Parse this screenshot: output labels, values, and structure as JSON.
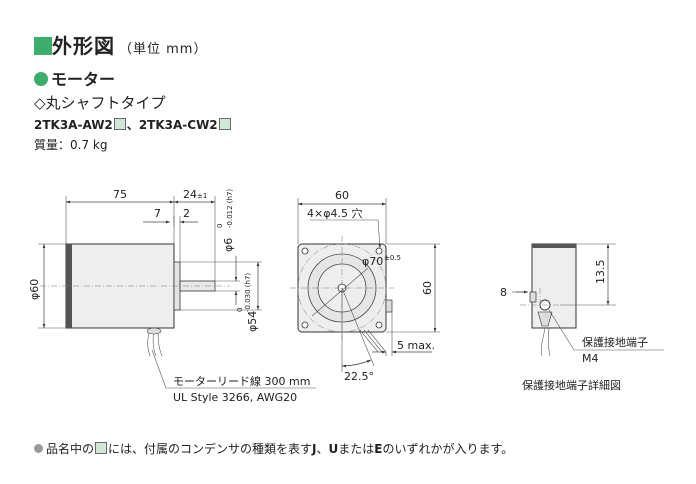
{
  "title": {
    "main": "外形図",
    "unit": "（単位 mm）"
  },
  "motor": {
    "heading": "モーター",
    "shaft_type": "◇丸シャフトタイプ"
  },
  "models": {
    "first": "2TK3A-AW2",
    "separator": "、",
    "second": "2TK3A-CW2"
  },
  "mass": "質量：0.7 kg",
  "side_view": {
    "dim_length": "75",
    "dim_shaft": "24",
    "dim_shaft_tol": "±1",
    "dim_key_7": "7",
    "dim_key_2": "2",
    "dim_phi6": "φ6",
    "phi6_tol_upper": "0",
    "phi6_tol_lower": "-0.012 (h7)",
    "dim_phi54": "φ54",
    "phi54_tol_upper": "0",
    "phi54_tol_lower": "-0.030 (h7)",
    "dim_phi60": "φ60",
    "lead_label_1": "モーターリード線 300 mm",
    "lead_label_2": "UL Style 3266, AWG20"
  },
  "front_view": {
    "dim_width": "60",
    "holes": "4×φ4.5 穴",
    "pcd": "φ70",
    "pcd_tol": "±0.5",
    "dim_height": "60",
    "dim_5max": "5 max.",
    "angle": "22.5°"
  },
  "detail_view": {
    "dim_8": "8",
    "dim_13_5": "13.5",
    "terminal_label": "保護接地端子",
    "screw": "M4",
    "caption": "保護接地端子詳細図"
  },
  "footnote": {
    "part1": "品名中の",
    "part2": "には、付属のコンデンサの種類を表す",
    "j": "J",
    "sep1": "、",
    "u": "U",
    "mid": "または",
    "e": "E",
    "part3": "のいずれかが入ります。"
  },
  "colors": {
    "accent_green": "#3aae6a",
    "body_fill": "#eeeeee"
  }
}
